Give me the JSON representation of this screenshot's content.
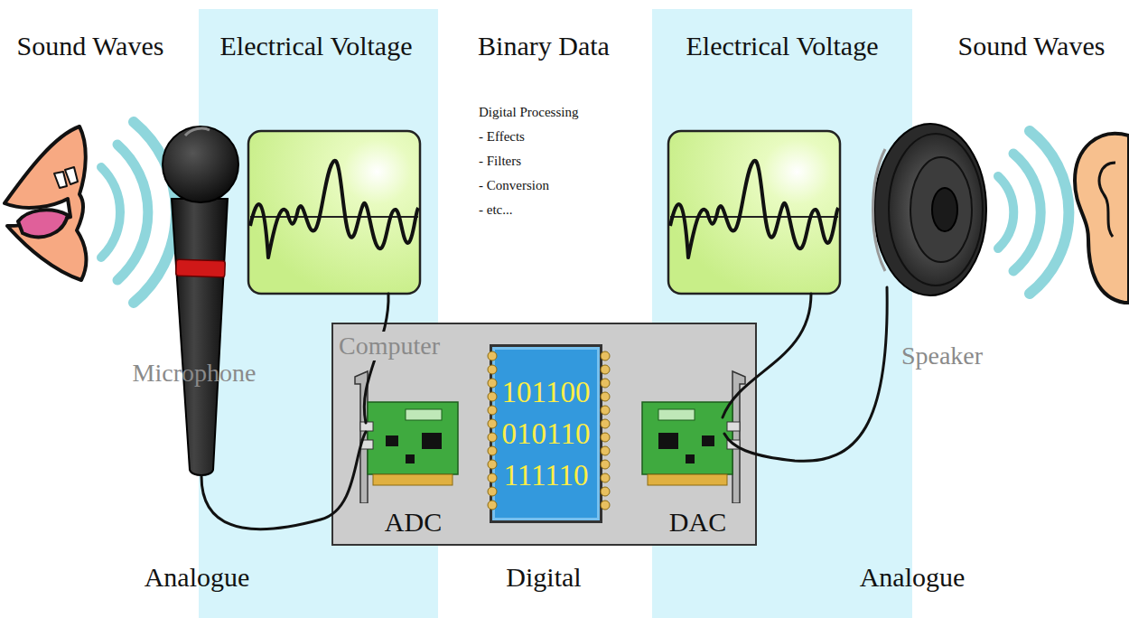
{
  "diagram": {
    "nodes": [
      {
        "text": [
          "Computer"
        ]
      },
      {
        "text": [
          "ADC"
        ],
        "in": 0
      },
      {
        "text": [
          "101100",
          "010110",
          "111110"
        ],
        "in": 0
      },
      {
        "text": [
          "DAC"
        ],
        "in": 0
      }
    ],
    "labels": [
      "Sound Waves",
      "Electrical Voltage",
      "Binary Data",
      "Electrical Voltage",
      "Sound Waves",
      "Digital Processing",
      "- Effects",
      "- Filters",
      "- Conversion",
      "- etc...",
      "Microphone",
      "Speaker",
      "Analogue",
      "Digital",
      "Analogue"
    ]
  }
}
